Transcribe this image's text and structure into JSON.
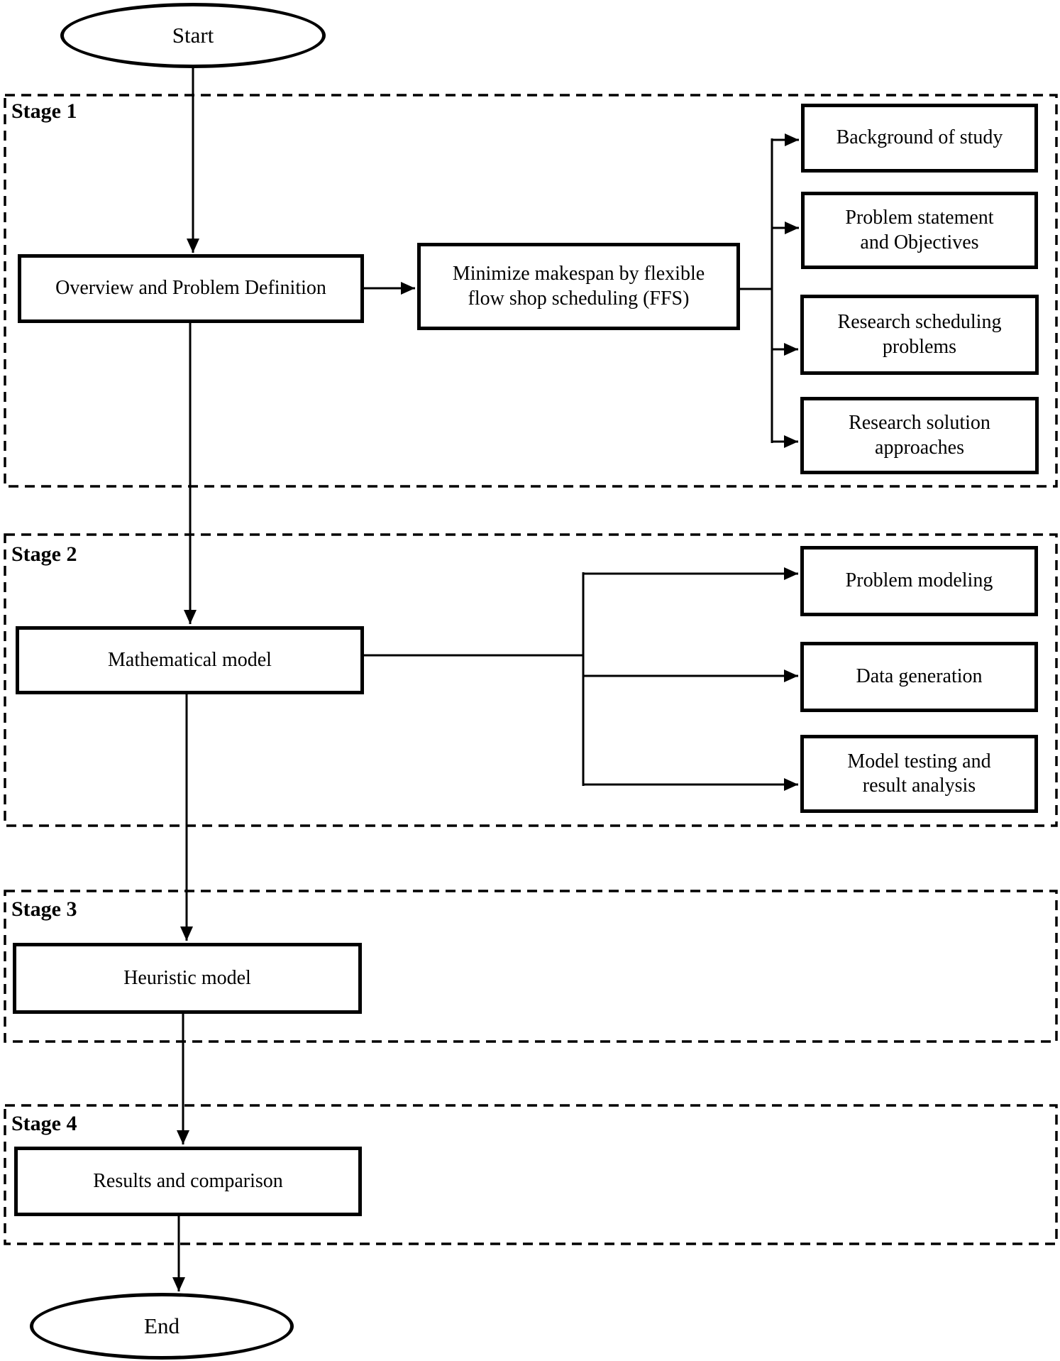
{
  "diagram": {
    "terminators": {
      "start": "Start",
      "end": "End"
    },
    "stage_labels": [
      "Stage 1",
      "Stage 2",
      "Stage 3",
      "Stage 4"
    ],
    "nodes": {
      "overview": {
        "label": "Overview and Problem Definition"
      },
      "minimize": {
        "label": [
          "Minimize makespan by flexible",
          "flow shop scheduling (FFS)"
        ]
      },
      "background": {
        "label": "Background of study"
      },
      "problem_statement": {
        "label": [
          "Problem statement",
          "and Objectives"
        ]
      },
      "research_scheduling": {
        "label": [
          "Research scheduling",
          "problems"
        ]
      },
      "research_solution": {
        "label": [
          "Research solution",
          "approaches"
        ]
      },
      "mathematical": {
        "label": "Mathematical model"
      },
      "problem_modeling": {
        "label": "Problem modeling"
      },
      "data_generation": {
        "label": "Data generation"
      },
      "model_testing": {
        "label": [
          "Model testing and",
          "result analysis"
        ]
      },
      "heuristic": {
        "label": "Heuristic model"
      },
      "results": {
        "label": "Results and comparison"
      }
    },
    "colors": {
      "line": "#000000",
      "background": "#ffffff"
    }
  }
}
